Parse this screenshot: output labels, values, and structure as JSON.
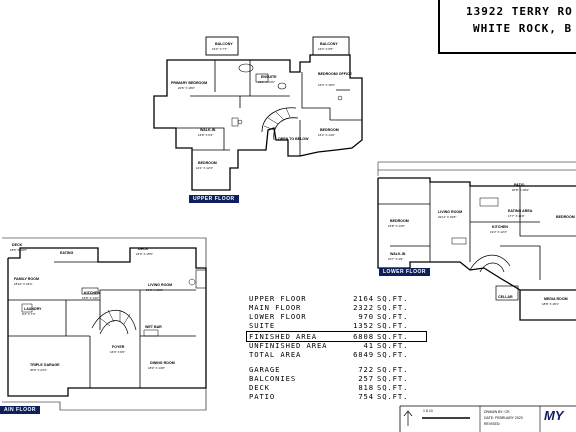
{
  "title": {
    "line1": "13922 TERRY RO",
    "line2": "WHITE ROCK, B"
  },
  "floor_tags": {
    "upper": "UPPER FLOOR",
    "lower": "LOWER FLOOR",
    "main": "AIN FLOOR"
  },
  "area_table": [
    {
      "label": "UPPER FLOOR",
      "value": "2164",
      "unit": "SQ.FT."
    },
    {
      "label": "MAIN FLOOR",
      "value": "2322",
      "unit": "SQ.FT."
    },
    {
      "label": "LOWER FLOOR",
      "value": "970",
      "unit": "SQ.FT."
    },
    {
      "label": "SUITE",
      "value": "1352",
      "unit": "SQ.FT."
    },
    {
      "label": "FINISHED AREA",
      "value": "6808",
      "unit": "SQ.FT."
    },
    {
      "label": "UNFINISHED AREA",
      "value": "41",
      "unit": "SQ.FT."
    },
    {
      "label": "TOTAL AREA",
      "value": "6849",
      "unit": "SQ.FT."
    },
    {
      "label": "GARAGE",
      "value": "722",
      "unit": "SQ.FT."
    },
    {
      "label": "BALCONIES",
      "value": "257",
      "unit": "SQ.FT."
    },
    {
      "label": "DECK",
      "value": "818",
      "unit": "SQ.FT."
    },
    {
      "label": "PATIO",
      "value": "754",
      "unit": "SQ.FT."
    }
  ],
  "rooms": {
    "upper": {
      "balcony_left": "BALCONY",
      "balcony_right": "BALCONY",
      "primary_bedroom": "PRIMARY BEDROOM",
      "ensuite": "ENSUITE",
      "bedroom_office": "BEDROOM/ OFFICE",
      "walk_in": "WALK-IN",
      "open_to_below": "OPEN TO BELOW",
      "bedroom_center": "BEDROOM",
      "bedroom_bottom": "BEDROOM"
    },
    "lower": {
      "patio": "PATIO",
      "living_room": "LIVING ROOM",
      "eating_area": "EATING AREA",
      "bedroom_left": "BEDROOM",
      "bedroom_right": "BEDROOM",
      "kitchen": "KITCHEN",
      "walk_in": "WALK-IN",
      "cellar": "CELLAR",
      "media_room": "MEDIA ROOM"
    },
    "main": {
      "deck_left": "DECK",
      "deck_right": "DECK",
      "family_room": "FAMILY ROOM",
      "eating": "EATING",
      "kitchen": "KITCHEN",
      "living_room": "LIVING ROOM",
      "laundry": "LAUNDRY",
      "wet_bar": "WET BAR",
      "foyer": "FOYER",
      "dining_room": "DINING ROOM",
      "triple_garage": "TRIPLE GARAGE"
    }
  },
  "dimensions": {
    "upper": {
      "primary_bedroom": "20'6\" X 18'0\"",
      "ensuite": "13'1\" X 13'6\"",
      "bedroom_office": "16'4\" X 15'6\"",
      "walk_in": "14'8\" X 9'4\"",
      "bedroom_center": "16'4\" X 14'0\"",
      "bedroom_bottom": "14'1\" X 12'3\"",
      "balcony_left": "16'3\" X 7'7\"",
      "balcony_right": "16'4\" X 6'5\""
    },
    "lower": {
      "living_room": "22'11\" X 19'8\"",
      "eating_area": "17'7\" X 11'9\"",
      "patio": "20'8\" X 18'9\"",
      "bedroom_left": "15'8\" X 14'5\"",
      "kitchen": "13'2\" X 12'3\"",
      "media_room": "18'8\" X 18'1\"",
      "walk_in": "10'7\" X 4'9\""
    },
    "main": {
      "family_room": "18'10\" X 18'4\"",
      "kitchen": "16'8\" X 14'0\"",
      "living_room": "24'3\" X 16'0\"",
      "foyer": "16'0\" X 8'0\"",
      "dining_room": "18'0\" X 14'8\"",
      "triple_garage": "30'0\" X 23'3\"",
      "deck_left": "18'5\" X 19'5\"",
      "deck_right": "24'0\" X 15'5\"",
      "laundry": "9'4\" X 7'3\""
    }
  },
  "title_block": {
    "drawn_by": "DRAWN BY: CR",
    "date": "DATE: FEBRUARY 2023",
    "revised": "REVISED:",
    "scale": "1   5   10",
    "logo": "MY"
  }
}
